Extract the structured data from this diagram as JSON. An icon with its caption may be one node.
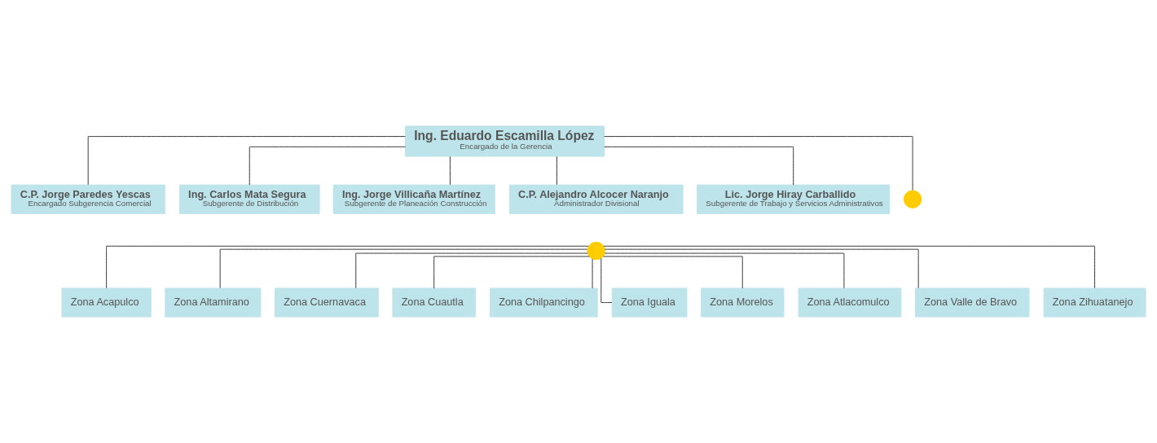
{
  "diagram": {
    "nodes": [
      {
        "text": [
          "Ing. Eduardo Escamilla López",
          "Encargado de la Gerencia"
        ]
      },
      {
        "text": [
          "C.P. Jorge Paredes Yescas",
          "Encargado Subgerencia Comercial"
        ]
      },
      {
        "text": [
          "Ing. Carlos Mata Segura",
          "Subgerente de Distribución"
        ]
      },
      {
        "text": [
          "Ing. Jorge Villicaña Martínez",
          "Subgerente de Planeación Construcción"
        ]
      },
      {
        "text": [
          "C.P. Alejandro Alcocer Naranjo",
          "Administrador Divisional"
        ]
      },
      {
        "text": [
          "Lic. Jorge Hiray Carballido",
          "Subgerente de Trabajo y Servicios Administrativos"
        ]
      },
      {
        "text": [],
        "shape": "circle"
      },
      {
        "text": [],
        "shape": "circle"
      },
      {
        "text": [
          "Zona Acapulco"
        ]
      },
      {
        "text": [
          "Zona Altamirano"
        ]
      },
      {
        "text": [
          "Zona Cuernavaca"
        ]
      },
      {
        "text": [
          "Zona Cuautla"
        ]
      },
      {
        "text": [
          "Zona Chilpancingo"
        ]
      },
      {
        "text": [
          "Zona Iguala"
        ]
      },
      {
        "text": [
          "Zona Morelos"
        ]
      },
      {
        "text": [
          "Zona Atlacomulco"
        ]
      },
      {
        "text": [
          "Zona Valle de Bravo"
        ]
      },
      {
        "text": [
          "Zona Zihuatanejo"
        ]
      }
    ],
    "edges": [
      {
        "from": 0,
        "to": 1,
        "arrow": "none"
      },
      {
        "from": 0,
        "to": 2,
        "arrow": "none"
      },
      {
        "from": 0,
        "to": 3,
        "arrow": "none"
      },
      {
        "from": 0,
        "to": 4,
        "arrow": "none"
      },
      {
        "from": 0,
        "to": 5,
        "arrow": "none"
      },
      {
        "from": 0,
        "to": 6,
        "arrow": "none"
      },
      {
        "from": 7,
        "to": 8,
        "arrow": "none"
      },
      {
        "from": 7,
        "to": 9,
        "arrow": "none"
      },
      {
        "from": 7,
        "to": 10,
        "arrow": "none"
      },
      {
        "from": 7,
        "to": 11,
        "arrow": "none"
      },
      {
        "from": 7,
        "to": 12,
        "arrow": "none"
      },
      {
        "from": 7,
        "to": 13,
        "arrow": "none"
      },
      {
        "from": 7,
        "to": 14,
        "arrow": "none"
      },
      {
        "from": 7,
        "to": 15,
        "arrow": "none"
      },
      {
        "from": 7,
        "to": 16,
        "arrow": "none"
      },
      {
        "from": 7,
        "to": 17,
        "arrow": "none"
      }
    ]
  }
}
